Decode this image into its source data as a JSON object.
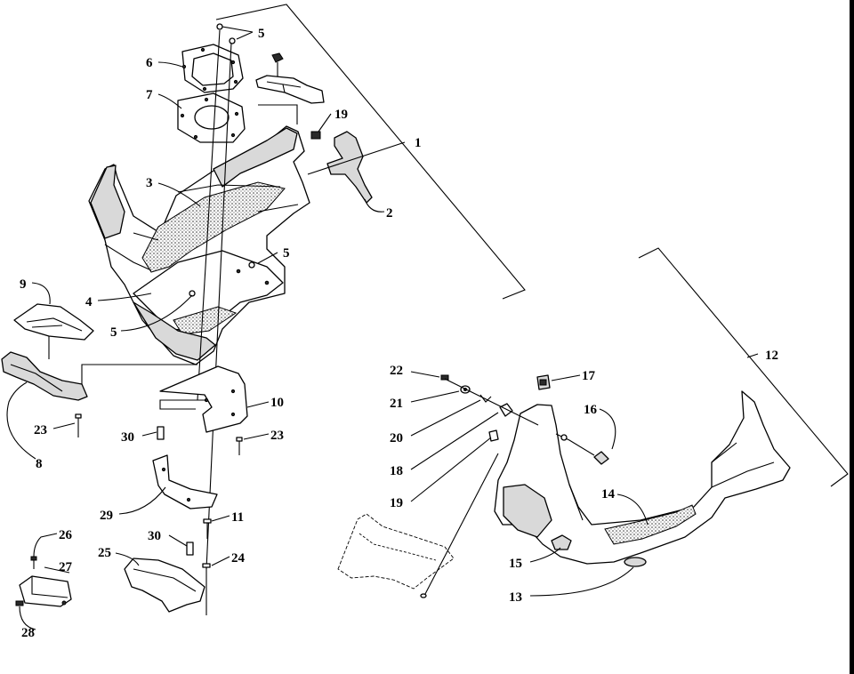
{
  "labels": {
    "l1": "1",
    "l2": "2",
    "l3": "3",
    "l4": "4",
    "l5a": "5",
    "l5b": "5",
    "l5c": "5",
    "l6": "6",
    "l7": "7",
    "l8": "8",
    "l9": "9",
    "l10": "10",
    "l11": "11",
    "l12": "12",
    "l13": "13",
    "l14": "14",
    "l15": "15",
    "l16": "16",
    "l17": "17",
    "l18": "18",
    "l19a": "19",
    "l19b": "19",
    "l20": "20",
    "l21": "21",
    "l22": "22",
    "l23a": "23",
    "l23b": "23",
    "l24": "24",
    "l25": "25",
    "l26": "26",
    "l27": "27",
    "l28": "28",
    "l29": "29",
    "l30a": "30",
    "l30b": "30"
  },
  "colors": {
    "line": "#000000",
    "background": "#ffffff",
    "shading": "#d9d9d9"
  }
}
